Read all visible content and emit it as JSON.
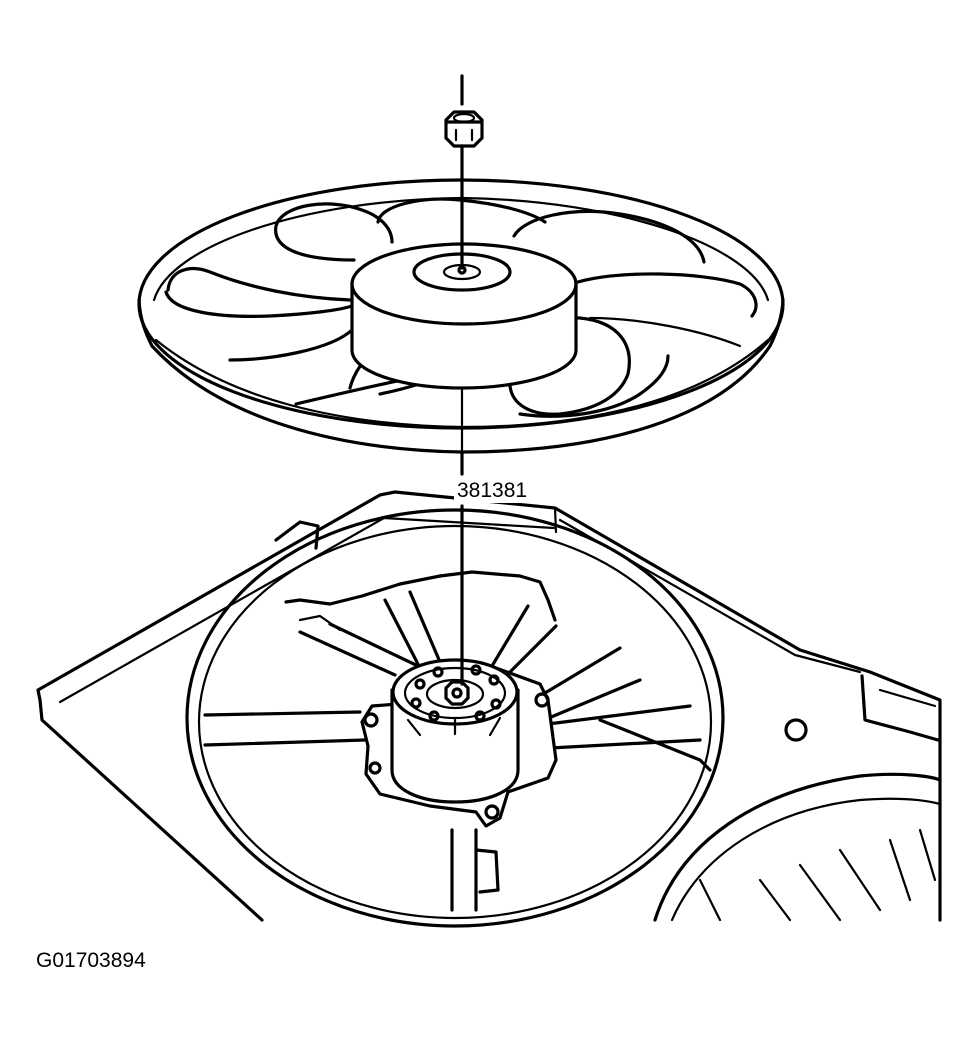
{
  "diagram": {
    "callout_label": "381381",
    "figure_id": "G01703894",
    "parts": [
      "nut-icon",
      "cooling-fan-blade",
      "fan-shroud",
      "fan-motor"
    ]
  }
}
